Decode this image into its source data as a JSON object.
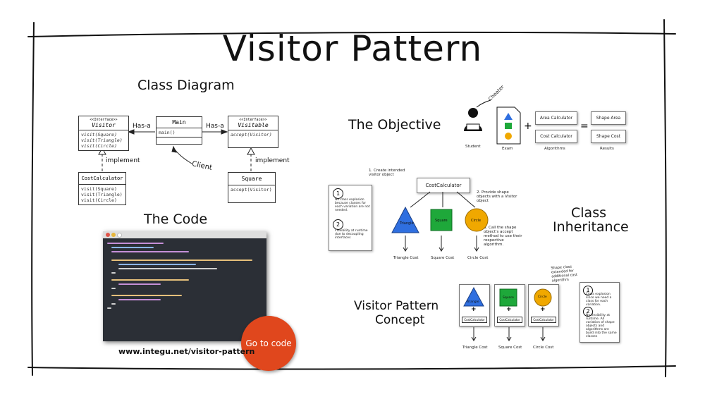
{
  "title": "Visitor Pattern",
  "class_diagram": {
    "heading": "Class Diagram",
    "visitor": {
      "stereotype": "<<Interface>>",
      "name": "Visitor",
      "methods": [
        "visit(Square)",
        "visit(Triangle)",
        "visit(Circle)"
      ]
    },
    "main": {
      "name": "Main",
      "methods": [
        "main()"
      ]
    },
    "visitable": {
      "stereotype": "<<Interface>>",
      "name": "Visitable",
      "methods": [
        "accept(Visitor)"
      ]
    },
    "cost_calculator": {
      "name": "CostCalculator",
      "methods": [
        "visit(Square)",
        "visit(Triangle)",
        "visit(Circle)"
      ]
    },
    "square": {
      "name": "Square",
      "methods": [
        "accept(Visitor)"
      ]
    },
    "has_a_left": "Has-a",
    "has_a_right": "Has-a",
    "implement_left": "implement",
    "implement_right": "implement",
    "client": "Client"
  },
  "code": {
    "heading": "The Code",
    "go_to": "Go to code",
    "url": "www.integu.net/visitor-pattern"
  },
  "objective": {
    "heading": "The Objective",
    "cheater": "Cheater",
    "student": "Student",
    "exam": "Exam",
    "plus": "+",
    "equals": "=",
    "algorithms": "Algorithms",
    "results": "Results",
    "area_calc": "Area Calculator",
    "cost_calc": "Cost Calculator",
    "shape_area": "Shape Area",
    "shape_cost": "Shape Cost"
  },
  "inheritance": {
    "heading_1": "Class",
    "heading_2": "Inheritance",
    "step1": "1. Create intended visitor object",
    "step2": "2. Provide shape objects with a Visitor object",
    "step3": "3. Call the shape object's accept method to use their respective algorithm.",
    "cost_calculator": "CostCalculator",
    "triangle": "Triangle",
    "square": "Square",
    "circle": "Circle",
    "triangle_cost": "Triangle Cost",
    "square_cost": "Square Cost",
    "circle_cost": "Circle Cost",
    "note_1": "1",
    "note_1_text": "No class explosion because classes for each variation are not needed.",
    "note_2": "2",
    "note_2_text": "Flexibility at runtime due to decoupling interfaces"
  },
  "concept": {
    "heading_1": "Visitor Pattern",
    "heading_2": "Concept",
    "shape_note": "Shape class extended for additional cost algorithm",
    "triangle": "Triangle",
    "square": "Square",
    "circle": "Circle",
    "plus": "+",
    "cost_calculator": "CostCalculator",
    "triangle_cost": "Triangle Cost",
    "square_cost": "Square Cost",
    "circle_cost": "Circle Cost",
    "note_1": "1",
    "note_1_text": "Class explosion since we need a class for each variation.",
    "note_2": "2",
    "note_2_text": "No flexibility at runtime. All variation of shape objects and algorithms are build into the same classes"
  },
  "colors": {
    "triangle": "#2f6fe0",
    "square": "#1ea83a",
    "circle": "#f0a800",
    "go_button": "#e0471d",
    "code_bg": "#2b2f36"
  }
}
